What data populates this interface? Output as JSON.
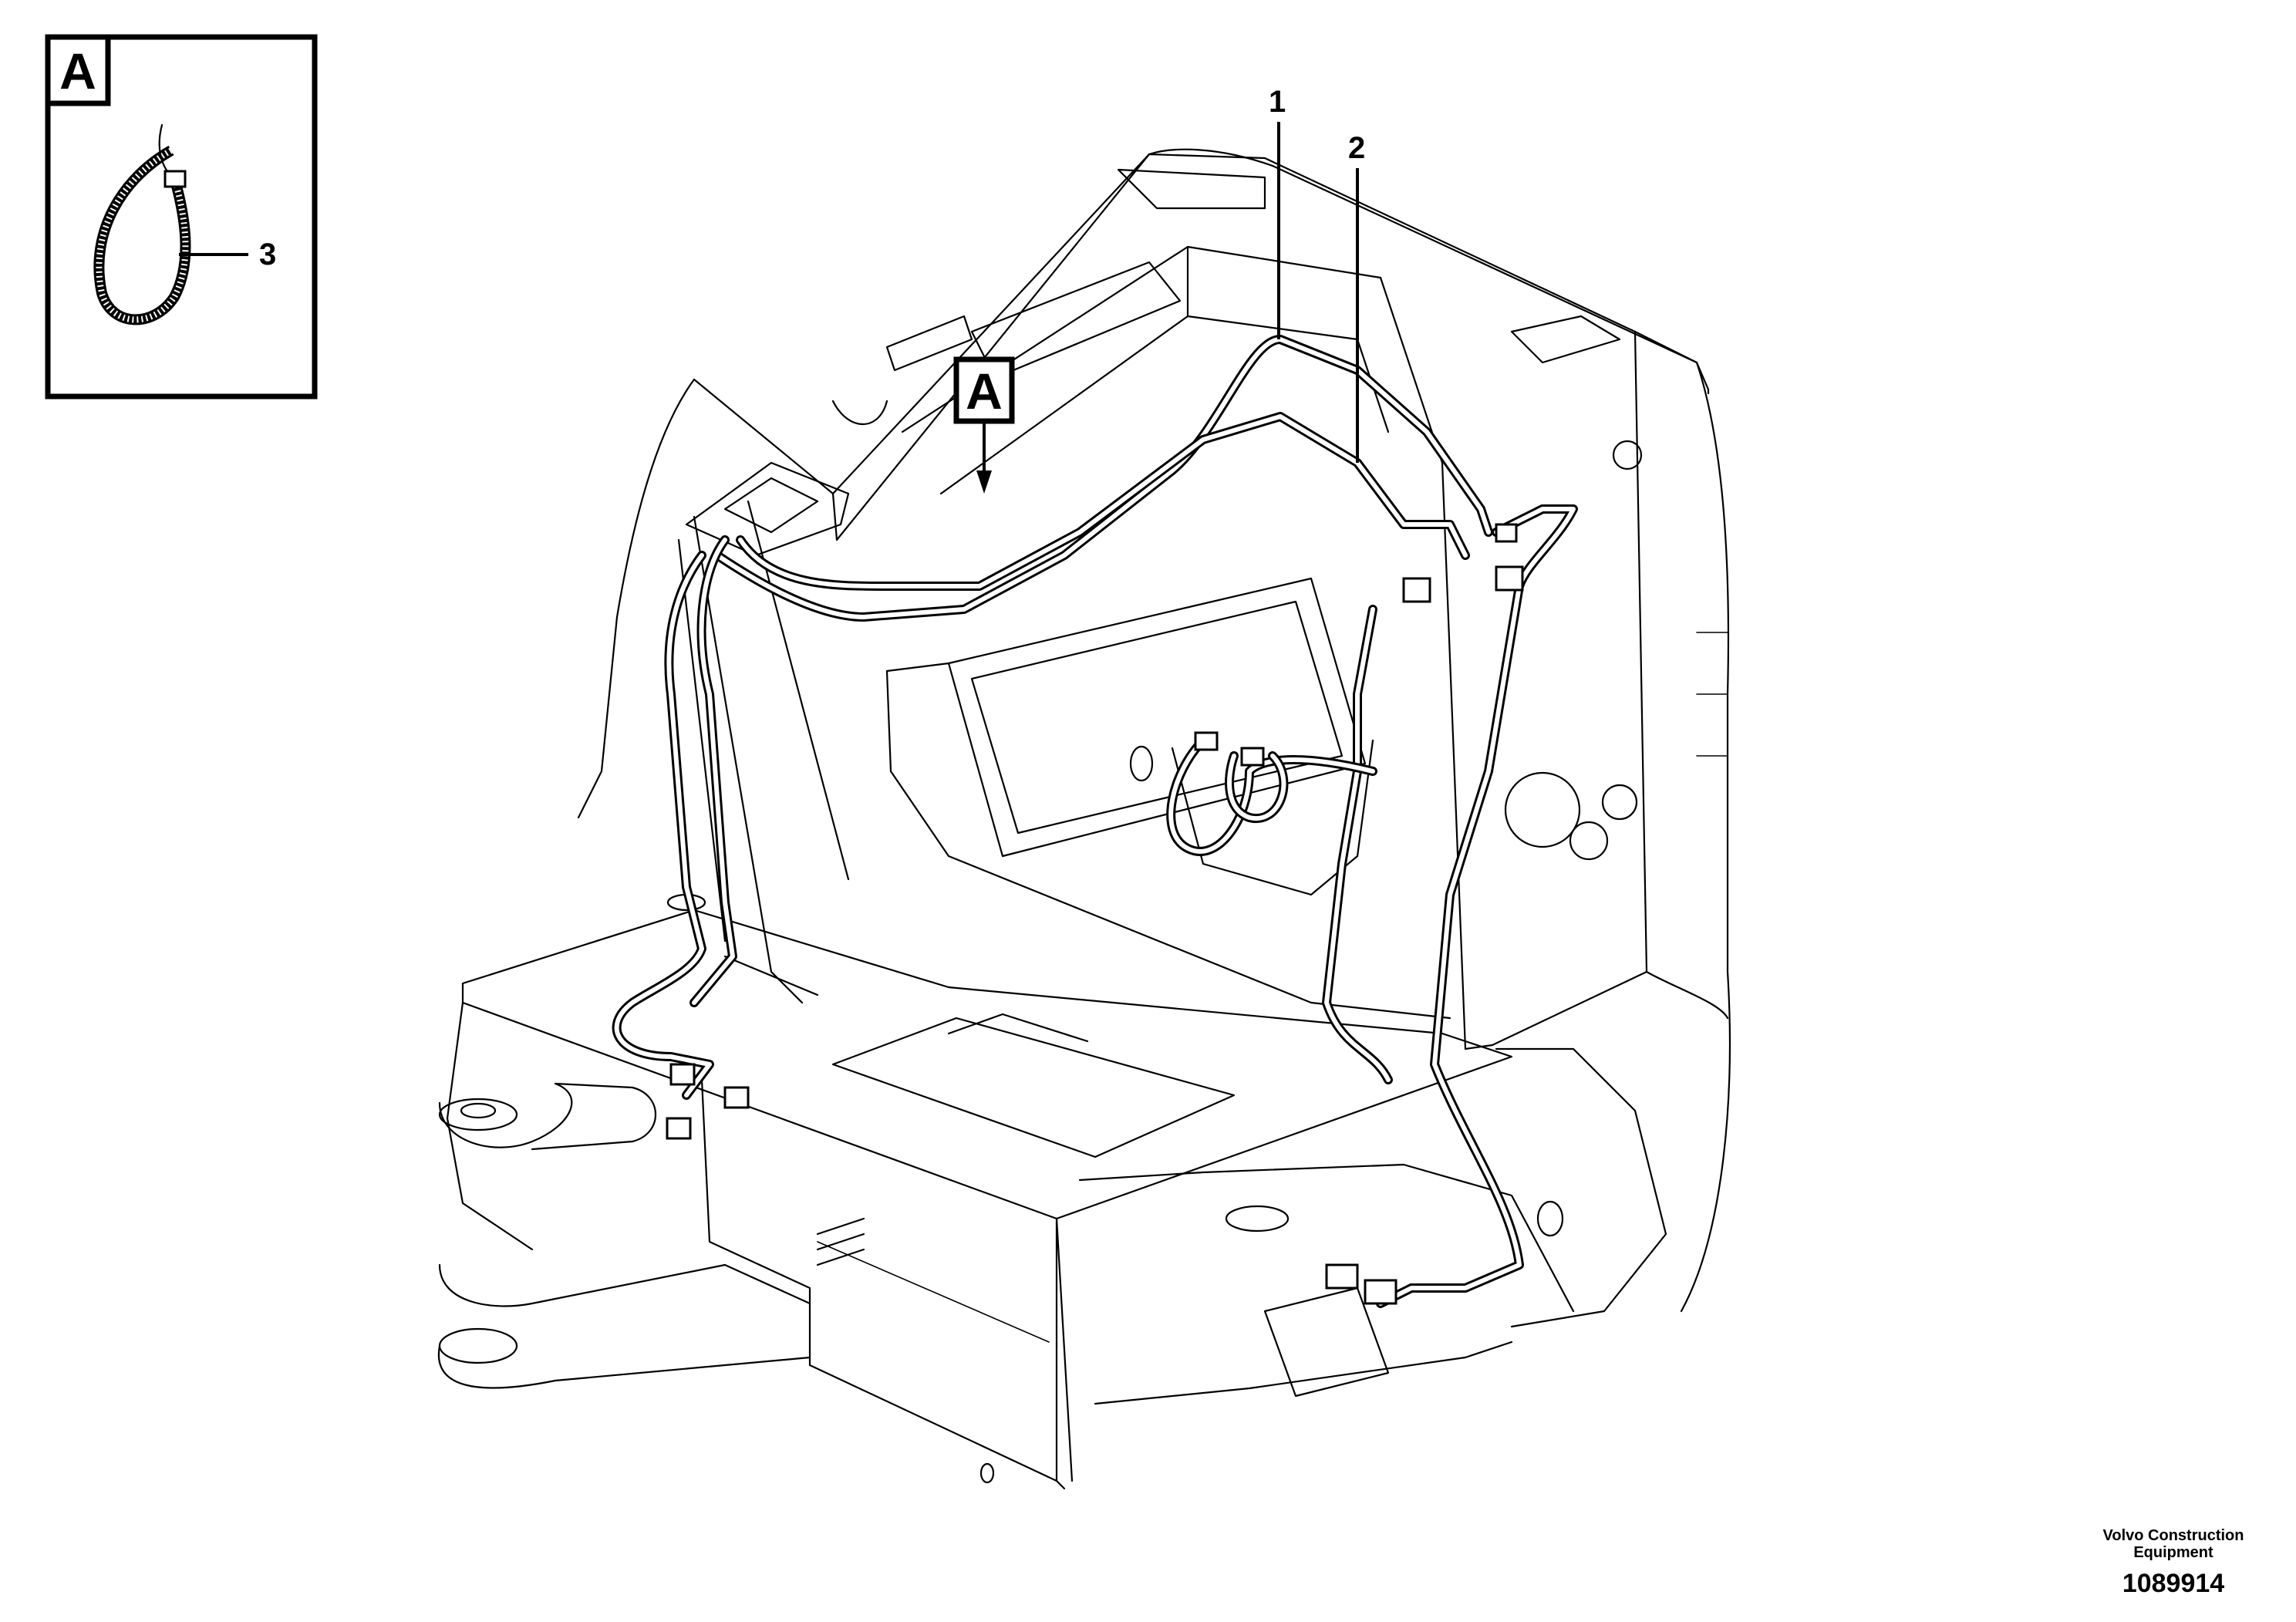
{
  "detail_view": {
    "label": "A",
    "callout": "3"
  },
  "main_view": {
    "detail_ref_label": "A",
    "callouts": [
      "1",
      "2"
    ]
  },
  "footer": {
    "company_line1": "Volvo Construction",
    "company_line2": "Equipment",
    "drawing_id": "1089914"
  }
}
